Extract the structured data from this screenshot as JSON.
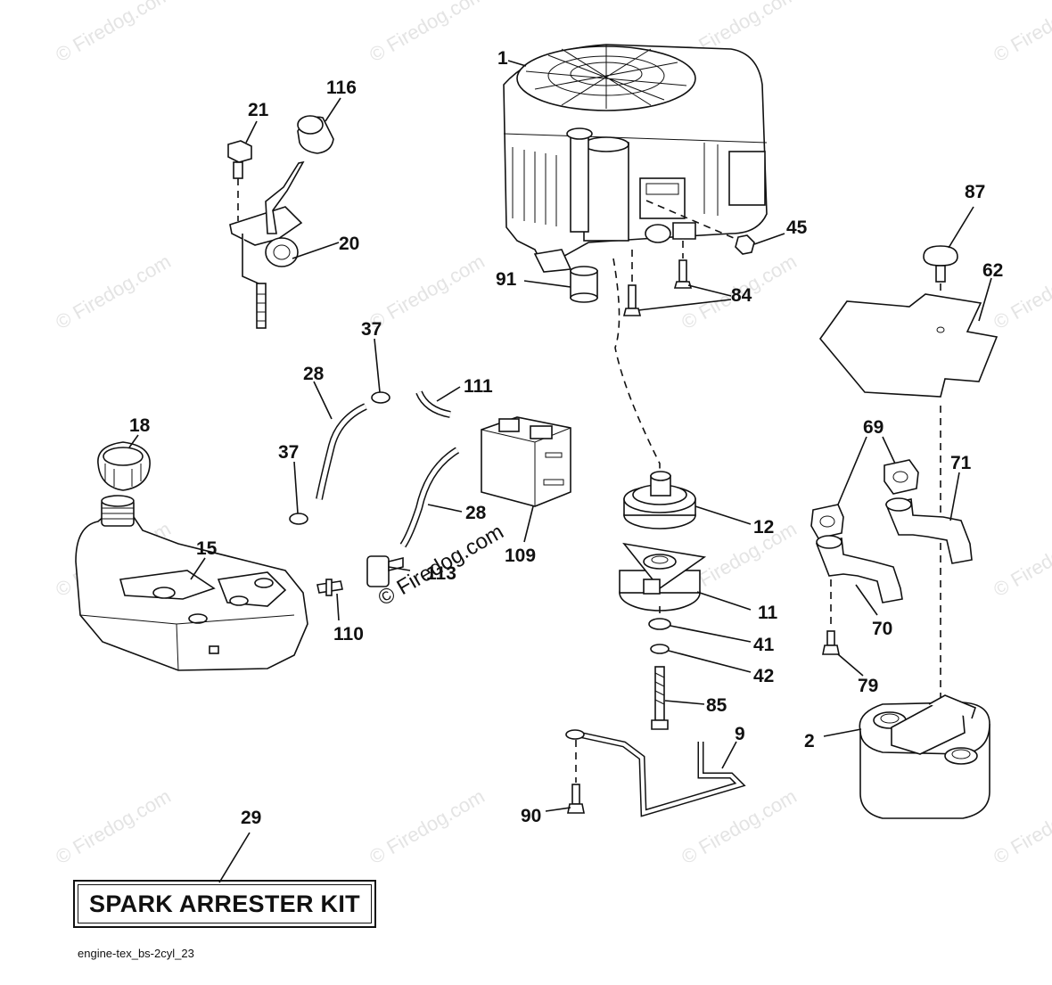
{
  "watermark": {
    "text": "© Firedog.com"
  },
  "callouts": [
    {
      "id": "p1",
      "label": "1"
    },
    {
      "id": "p2",
      "label": "2"
    },
    {
      "id": "p9",
      "label": "9"
    },
    {
      "id": "p11",
      "label": "11"
    },
    {
      "id": "p12",
      "label": "12"
    },
    {
      "id": "p15",
      "label": "15"
    },
    {
      "id": "p18",
      "label": "18"
    },
    {
      "id": "p20",
      "label": "20"
    },
    {
      "id": "p21",
      "label": "21"
    },
    {
      "id": "p28a",
      "label": "28"
    },
    {
      "id": "p28b",
      "label": "28"
    },
    {
      "id": "p29",
      "label": "29"
    },
    {
      "id": "p37a",
      "label": "37"
    },
    {
      "id": "p37b",
      "label": "37"
    },
    {
      "id": "p41",
      "label": "41"
    },
    {
      "id": "p42",
      "label": "42"
    },
    {
      "id": "p45",
      "label": "45"
    },
    {
      "id": "p62",
      "label": "62"
    },
    {
      "id": "p69",
      "label": "69"
    },
    {
      "id": "p70",
      "label": "70"
    },
    {
      "id": "p71",
      "label": "71"
    },
    {
      "id": "p79",
      "label": "79"
    },
    {
      "id": "p84",
      "label": "84"
    },
    {
      "id": "p85",
      "label": "85"
    },
    {
      "id": "p87",
      "label": "87"
    },
    {
      "id": "p90",
      "label": "90"
    },
    {
      "id": "p91",
      "label": "91"
    },
    {
      "id": "p109",
      "label": "109"
    },
    {
      "id": "p110",
      "label": "110"
    },
    {
      "id": "p111",
      "label": "111"
    },
    {
      "id": "p113",
      "label": "113"
    },
    {
      "id": "p116",
      "label": "116"
    }
  ],
  "kit_box": {
    "label": "SPARK ARRESTER KIT"
  },
  "footer": {
    "ref_code": "engine-tex_bs-2cyl_23"
  }
}
